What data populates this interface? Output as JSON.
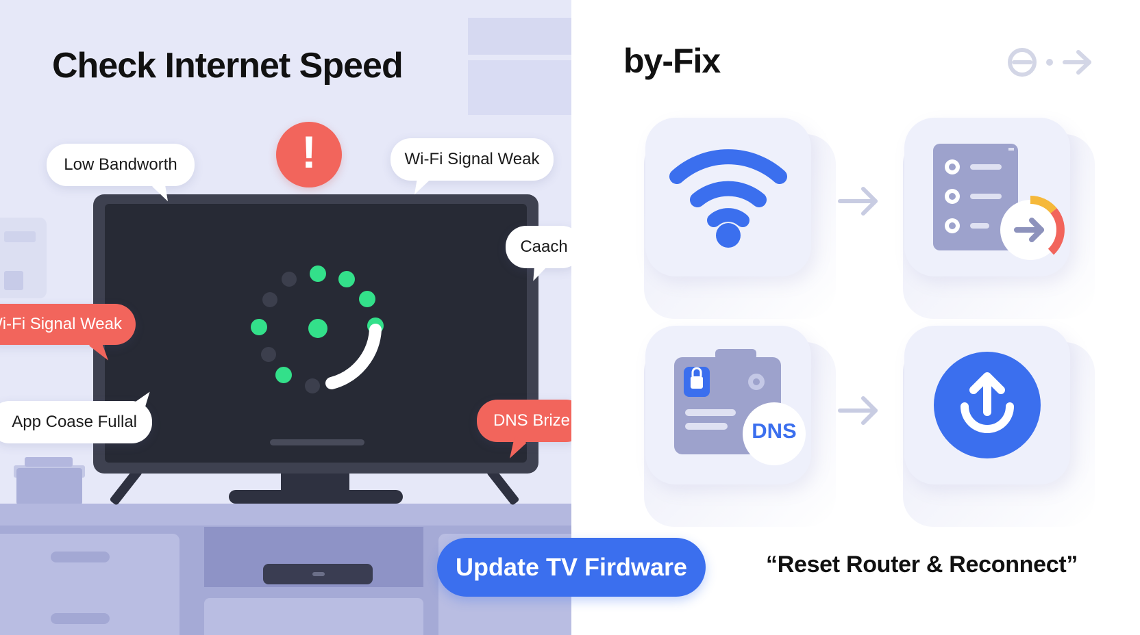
{
  "left": {
    "title": "Check Internet Speed",
    "alert_symbol": "!",
    "bubbles": {
      "low_bandwidth": "Low Bandworth",
      "wifi_weak_top": "Wi-Fi Signal Weak",
      "cache": "Caach",
      "wifi_weak_left": "Wi-Fi Signal Weak",
      "app_cache": "App Coase Fullal",
      "dns": "DNS Brize"
    }
  },
  "right": {
    "brand": "by-Fix",
    "dns_badge": "DNS",
    "reset_caption": "“Reset Router & Reconnect”"
  },
  "update_button": "Update TV Firdware",
  "colors": {
    "accent_blue": "#3b6fee",
    "alert_red": "#f2655c",
    "spinner_green": "#33e08a",
    "panel_lavender": "#e6e8f8"
  },
  "icons": [
    "wifi-icon",
    "settings-list-icon",
    "router-dns-icon",
    "upload-icon",
    "arrow-right-icon",
    "alert-icon"
  ]
}
